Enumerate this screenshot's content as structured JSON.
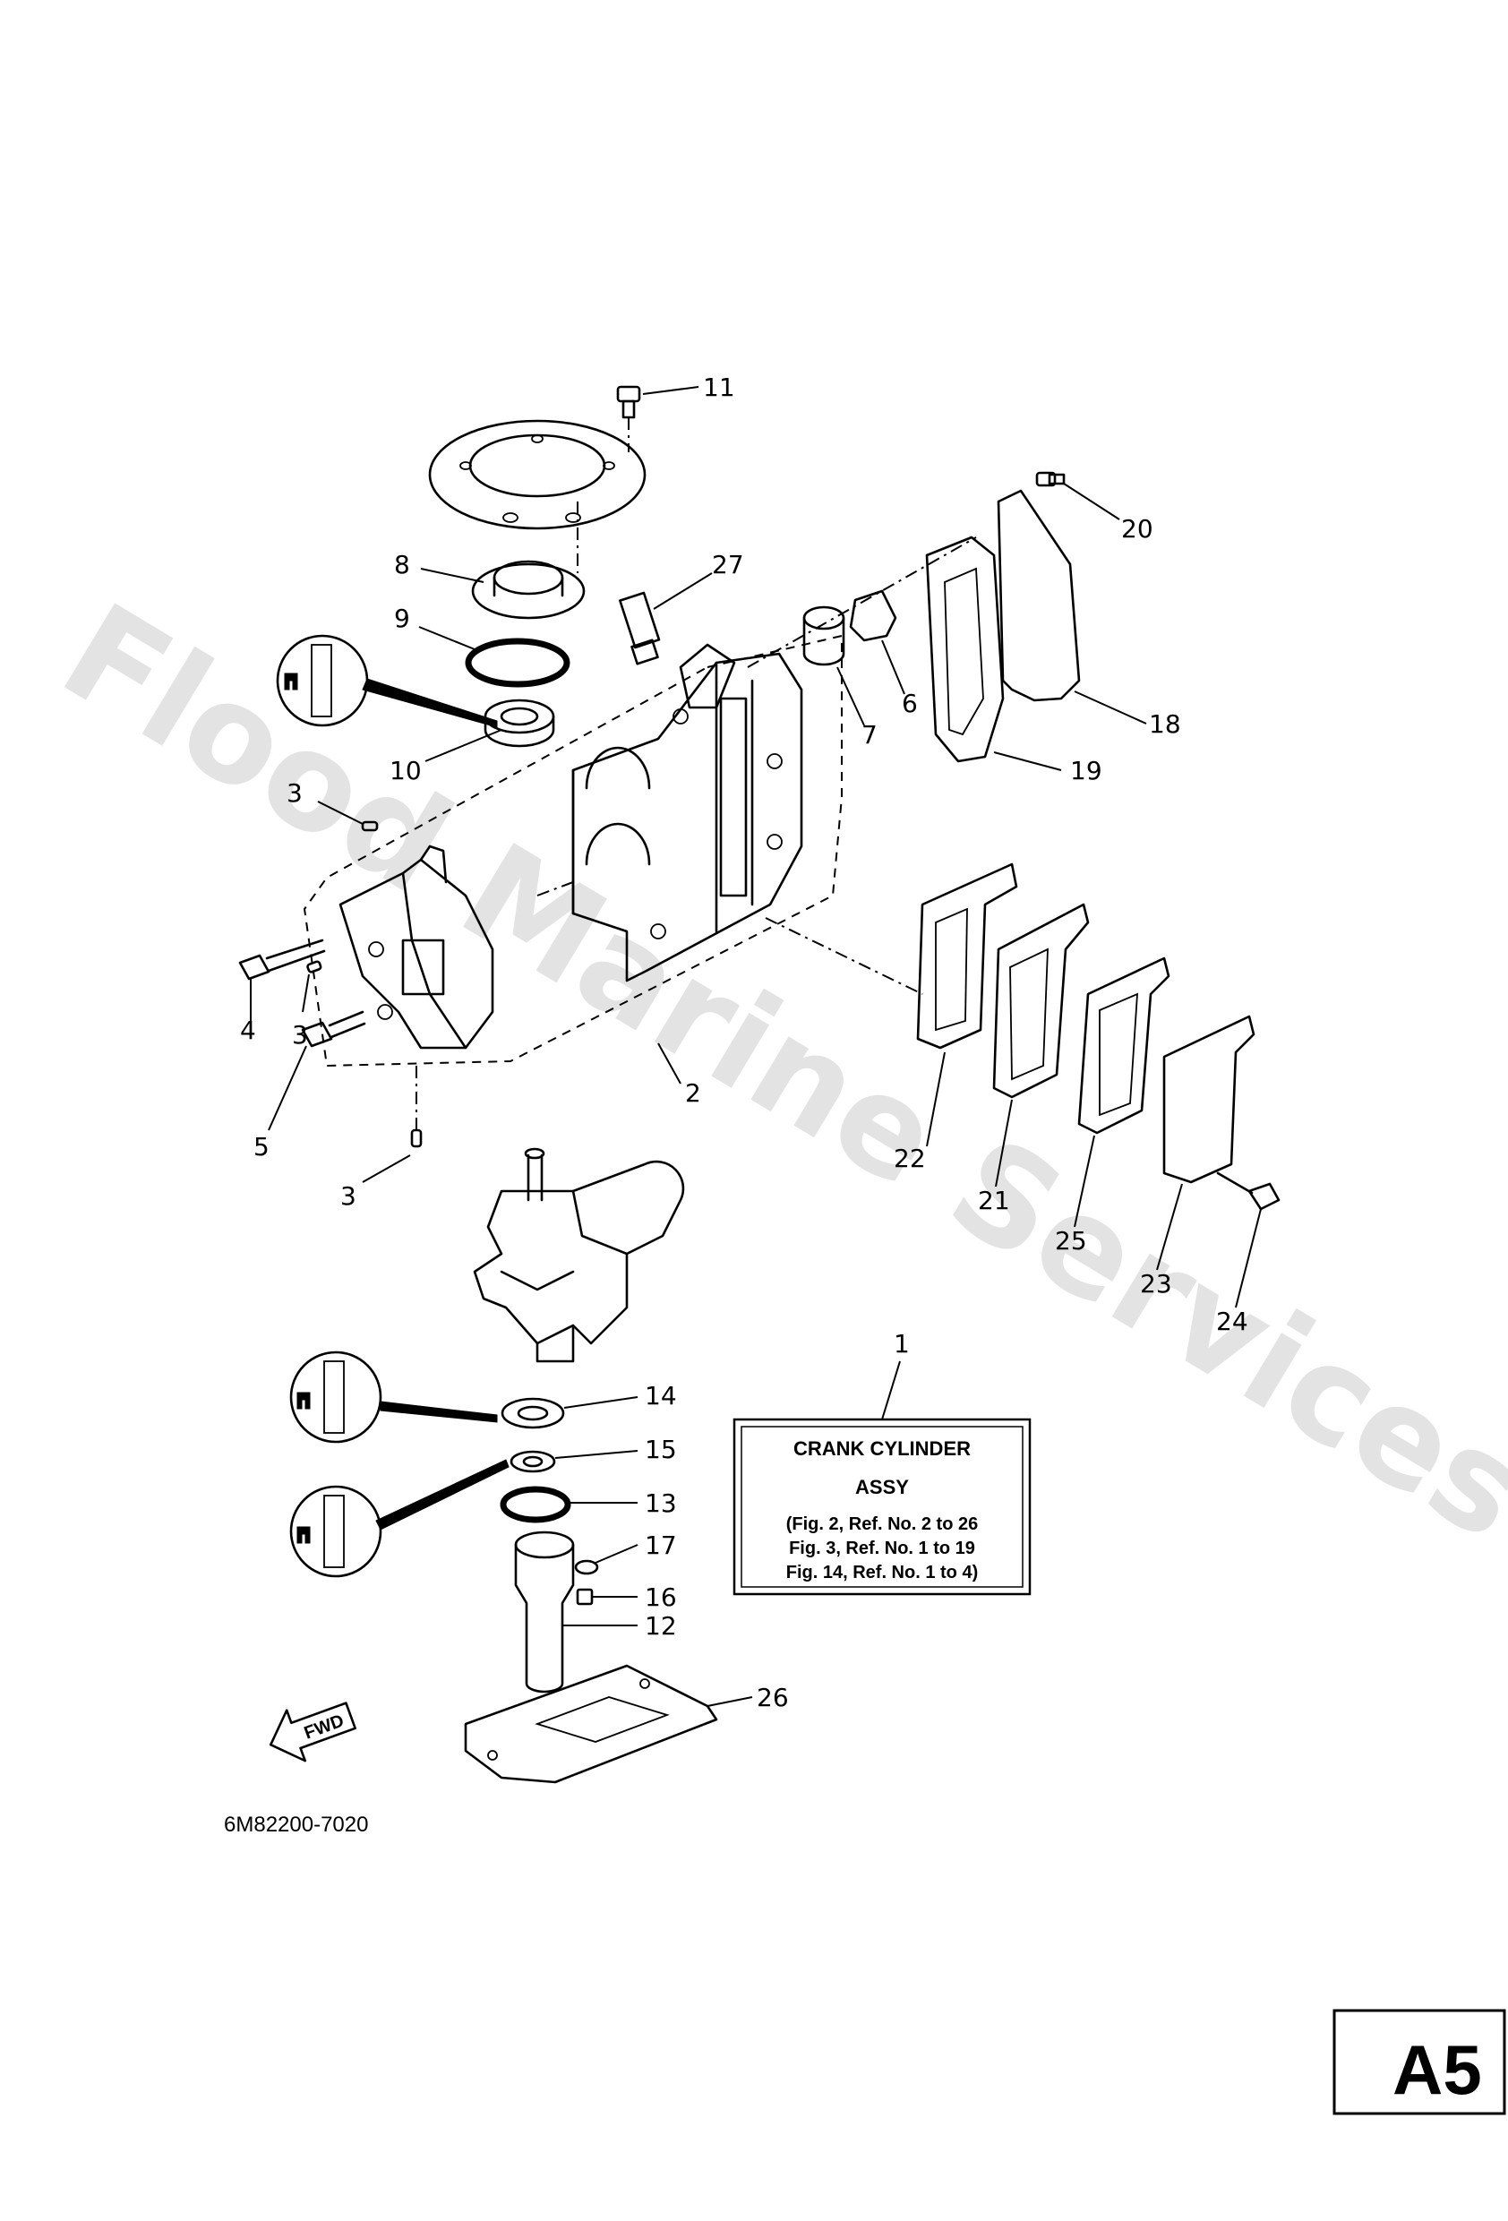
{
  "watermark": "Flood Marine Services",
  "assembly_label": {
    "title_line1": "CRANK CYLINDER",
    "title_line2": "ASSY",
    "refs": [
      "(Fig. 2, Ref. No. 2 to 26",
      "Fig. 3, Ref. No. 1 to 19",
      "Fig. 14, Ref. No. 1 to 4)"
    ]
  },
  "callouts": {
    "c1": "1",
    "c2": "2",
    "c3a": "3",
    "c3b": "3",
    "c3c": "3",
    "c4": "4",
    "c5": "5",
    "c6": "6",
    "c7": "7",
    "c8": "8",
    "c9": "9",
    "c10": "10",
    "c11": "11",
    "c12": "12",
    "c13": "13",
    "c14": "14",
    "c15": "15",
    "c16": "16",
    "c17": "17",
    "c18": "18",
    "c19": "19",
    "c20": "20",
    "c21": "21",
    "c22": "22",
    "c23": "23",
    "c24": "24",
    "c25": "25",
    "c26": "26",
    "c27": "27"
  },
  "fwd_arrow": "FWD",
  "drawing_code": "6M82200-7020",
  "page_badge": "A5",
  "icons": [
    "grease-apply-icon",
    "fwd-arrow-icon"
  ]
}
